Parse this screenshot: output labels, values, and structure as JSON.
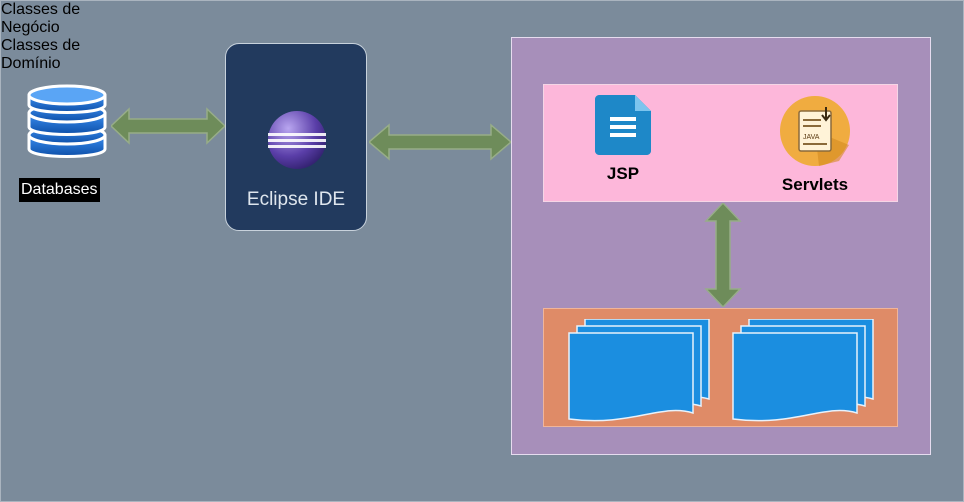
{
  "databases": {
    "label": "Databases"
  },
  "eclipse": {
    "label": "Eclipse IDE"
  },
  "view_layer": {
    "jsp_label": "JSP",
    "servlets_label": "Servlets",
    "servlet_file_text": "JAVA"
  },
  "model_layer": {
    "negocio_line1": "Classes de",
    "negocio_line2": "Negócio",
    "dominio_line1": "Classes de",
    "dominio_line2": "Domínio"
  },
  "colors": {
    "background": "#7b8b9b",
    "arrow": "#6e8c5a",
    "eclipse_card": "#223a5e",
    "web_container": "#a78fba",
    "view_layer": "#fdb7da",
    "model_layer": "#df8b67",
    "document_blue": "#1b8ee0",
    "database_blue": "#1f6fd0",
    "jsp_icon": "#1e88c8",
    "servlet_icon": "#f0ac40"
  }
}
